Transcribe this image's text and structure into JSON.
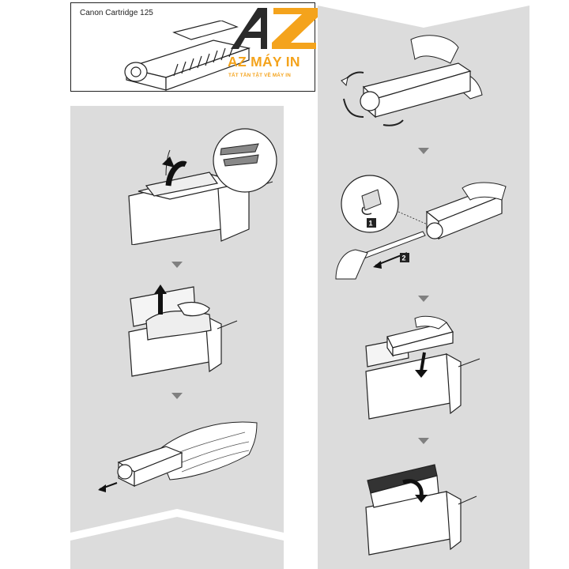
{
  "header": {
    "title": "Canon Cartridge 125"
  },
  "logo": {
    "name": "AZ MÁY IN",
    "tagline": "TẤT TẦN TẬT VỀ MÁY IN",
    "color": "#f4a31c"
  },
  "callouts": {
    "badge_1": "1",
    "badge_2": "2"
  },
  "colors": {
    "panel": "#dcdcdc",
    "line": "#222222",
    "arrow": "#808080"
  },
  "steps": {
    "left": [
      "open-printer-cover",
      "remove-old-cartridge",
      "unpack-new-cartridge"
    ],
    "right": [
      "shake-cartridge",
      "pull-sealing-tape",
      "insert-cartridge",
      "close-cover"
    ]
  }
}
